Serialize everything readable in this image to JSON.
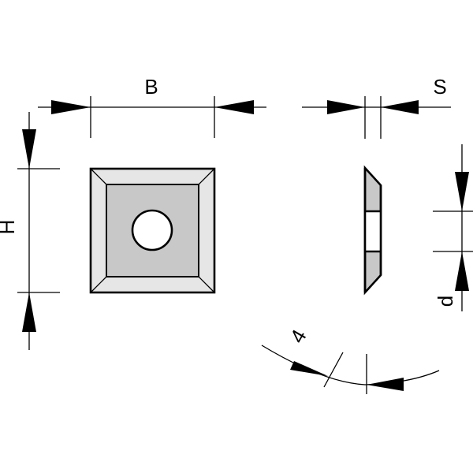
{
  "labels": {
    "width": "B",
    "height": "H",
    "thickness": "S",
    "hole": "d",
    "angle": "4"
  },
  "colors": {
    "line": "#000000",
    "face": "#c8c8c8",
    "bevel": "#e6e6e6",
    "hole": "#ffffff",
    "background": "#ffffff"
  }
}
